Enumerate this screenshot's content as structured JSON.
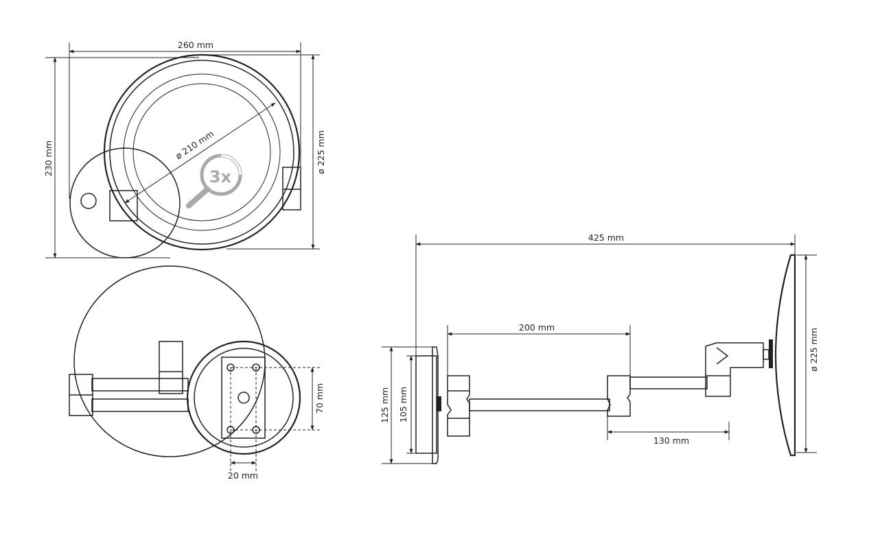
{
  "views": {
    "front": {
      "width_label": "260 mm",
      "height_label": "230 mm",
      "diameter_label": "ø 225 mm",
      "mirror_diameter_label": "ø 210 mm",
      "magnification_badge": "3x"
    },
    "rear": {
      "plate_height_label": "70 mm",
      "hole_spacing_label": "20 mm"
    },
    "side": {
      "total_length_label": "425 mm",
      "arm1_label": "200 mm",
      "arm2_label": "130 mm",
      "base_height_label": "125 mm",
      "plate_height_label": "105 mm",
      "mirror_diameter_label": "ø 225 mm"
    }
  },
  "colors": {
    "line": "#231f20",
    "badge": "#a7a9ac"
  }
}
